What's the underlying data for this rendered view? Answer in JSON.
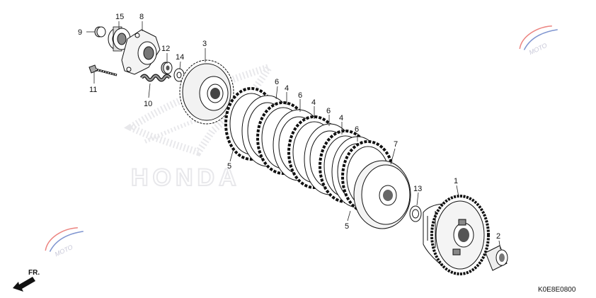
{
  "diagram": {
    "drawing_code": "K0E8E0800",
    "direction_label": "FR.",
    "watermark_text": "MOTO",
    "brand_watermark": "HONDA",
    "callouts": [
      {
        "id": "c1",
        "label": "1"
      },
      {
        "id": "c2",
        "label": "2"
      },
      {
        "id": "c3",
        "label": "3"
      },
      {
        "id": "c4a",
        "label": "4"
      },
      {
        "id": "c4b",
        "label": "4"
      },
      {
        "id": "c4c",
        "label": "4"
      },
      {
        "id": "c5a",
        "label": "5"
      },
      {
        "id": "c5b",
        "label": "5"
      },
      {
        "id": "c6a",
        "label": "6"
      },
      {
        "id": "c6b",
        "label": "6"
      },
      {
        "id": "c6c",
        "label": "6"
      },
      {
        "id": "c6d",
        "label": "6"
      },
      {
        "id": "c7",
        "label": "7"
      },
      {
        "id": "c8",
        "label": "8"
      },
      {
        "id": "c9",
        "label": "9"
      },
      {
        "id": "c10",
        "label": "10"
      },
      {
        "id": "c11",
        "label": "11"
      },
      {
        "id": "c12",
        "label": "12"
      },
      {
        "id": "c13",
        "label": "13"
      },
      {
        "id": "c14",
        "label": "14"
      },
      {
        "id": "c15",
        "label": "15"
      }
    ],
    "colors": {
      "line": "#111111",
      "watermark": "#d6d6dc",
      "accent_red": "#e0322b",
      "accent_blue": "#2a4fb0"
    }
  }
}
